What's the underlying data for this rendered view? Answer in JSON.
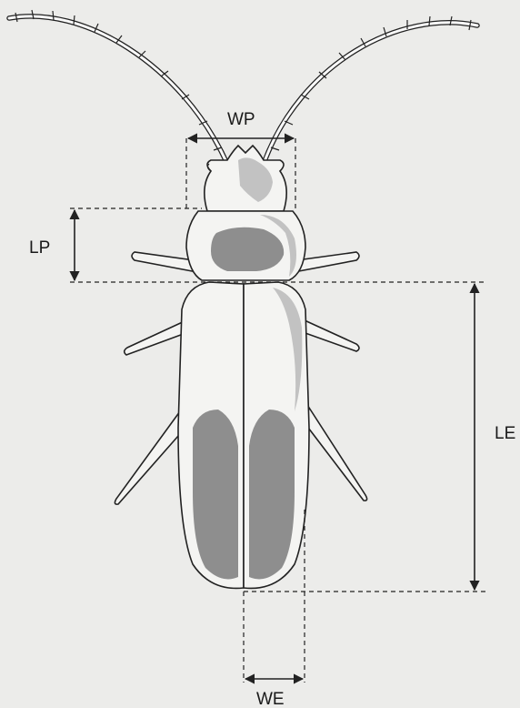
{
  "labels": {
    "pronotum_width": "WP",
    "pronotum_length": "LP",
    "elytra_length": "LE",
    "elytra_width": "WE"
  },
  "colors": {
    "background": "#ececea",
    "body_fill": "#f4f4f2",
    "mark_dark": "#8e8e8e",
    "mark_light": "#c2c2c2",
    "line": "#222222"
  }
}
